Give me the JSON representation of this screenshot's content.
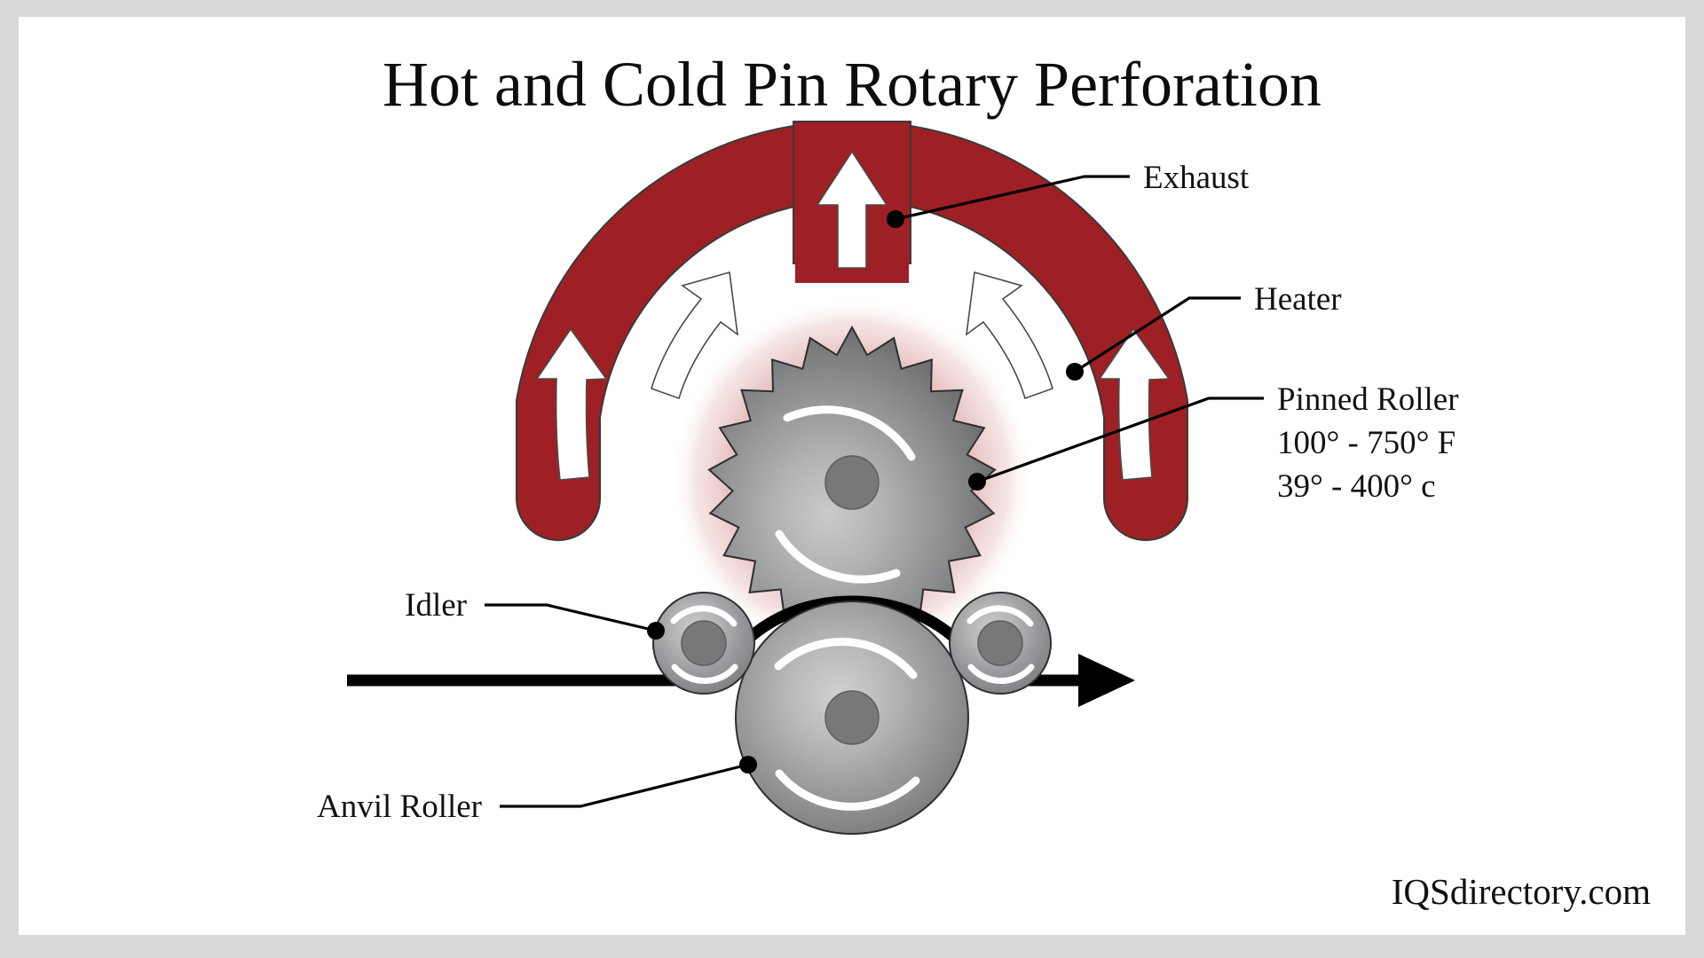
{
  "page": {
    "title": "Hot and Cold Pin Rotary Perforation",
    "background_color": "#d9d9d9",
    "canvas_color": "#ffffff",
    "accent_color": "#9e2024",
    "glow_color": "#e8bcbc"
  },
  "watermark": {
    "text": "IQSdirectory.com"
  },
  "labels": {
    "exhaust": {
      "text": "Exhaust"
    },
    "heater": {
      "text": "Heater"
    },
    "pinned_roller": {
      "name": "Pinned Roller",
      "temp_f": "100° - 750° F",
      "temp_c": "39° - 400° c"
    },
    "idler": {
      "text": "Idler"
    },
    "anvil_roller": {
      "text": "Anvil Roller"
    }
  },
  "components": {
    "exhaust_stack": {
      "name": "exhaust-stack",
      "arrow_direction": "up"
    },
    "heater_arch": {
      "name": "heater-arch",
      "arrow_count": 4
    },
    "pinned_roller": {
      "name": "pinned-roller",
      "teeth": 24
    },
    "anvil_roller": {
      "name": "anvil-roller"
    },
    "idler_left": {
      "name": "idler-roller-left"
    },
    "idler_right": {
      "name": "idler-roller-right"
    },
    "web_path": {
      "name": "material-web",
      "direction": "left-to-right"
    }
  }
}
